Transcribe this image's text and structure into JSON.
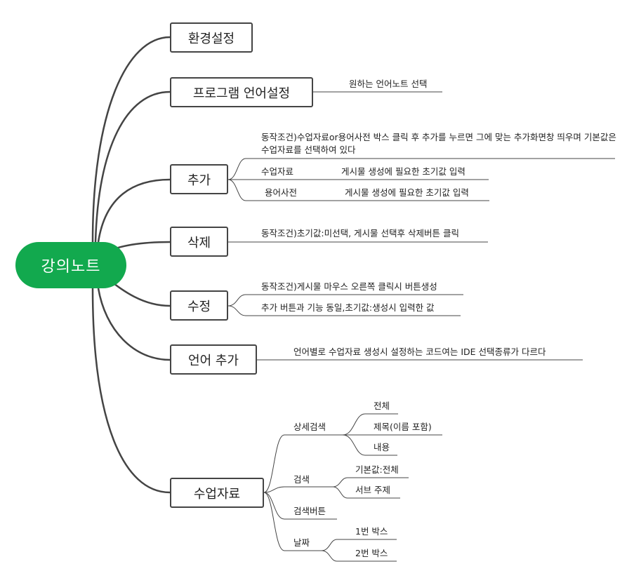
{
  "root": "강의노트",
  "topics": {
    "env": "환경설정",
    "lang_setting": "프로그램 언어설정",
    "add": "추가",
    "delete": "삭제",
    "edit": "수정",
    "lang_add": "언어 추가",
    "class_material": "수업자료"
  },
  "details": {
    "lang_select": "원하는 언어노트 선택",
    "add_action": "동작조건)수업자료or용어사전 박스 클릭 후 추가를 누르면 그에 맞는 추가화면창 띄우며 기본값은 수업자료를 선택하여 있다",
    "add_material": "수업자료",
    "add_material_desc": "게시물 생성에 필요한 초기값 입력",
    "add_dictionary": "용어사전",
    "add_dictionary_desc": "게시물 생성에 필요한 초기값 입력",
    "delete_action": "동작조건)초기값:미선택, 게시물 선택후 삭제버튼 클릭",
    "edit_action": "동작조건)게시물 마우스 오른쪽 클릭시 버튼생성",
    "edit_same": "추가 버튼과 기능 동일,초기값:생성시 입력한 값",
    "lang_add_desc": "언어별로 수업자료 생성시 설정하는 코드여는 IDE 선택종류가 다르다",
    "detail_search": "상세검색",
    "detail_all": "전체",
    "detail_title": "제목(이름 포함)",
    "detail_content": "내용",
    "search": "검색",
    "search_default": "기본값:전체",
    "search_sub": "서브 주제",
    "search_button": "검색버튼",
    "date": "날짜",
    "date_box1": "1번 박스",
    "date_box2": "2번 박스"
  },
  "colors": {
    "root": "#12a94e",
    "line": "#444444"
  }
}
